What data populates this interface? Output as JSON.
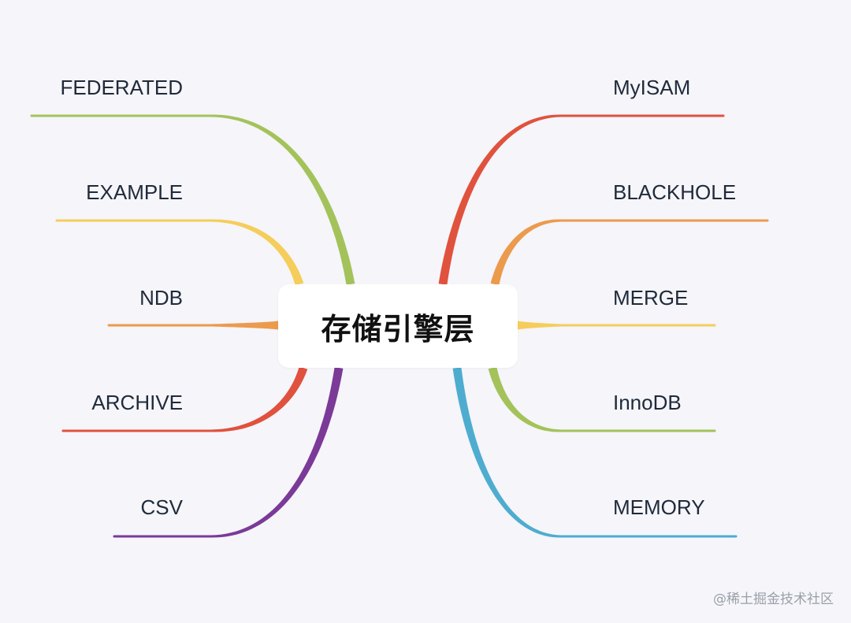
{
  "center": {
    "label": "存储引擎层"
  },
  "left_branches": [
    {
      "label": "FEDERATED",
      "color": "#a3c35a"
    },
    {
      "label": "EXAMPLE",
      "color": "#f5cd5a"
    },
    {
      "label": "NDB",
      "color": "#ec9a4c"
    },
    {
      "label": "ARCHIVE",
      "color": "#e0523d"
    },
    {
      "label": "CSV",
      "color": "#7b3a97"
    }
  ],
  "right_branches": [
    {
      "label": "MyISAM",
      "color": "#e0523d"
    },
    {
      "label": "BLACKHOLE",
      "color": "#ec9a4c"
    },
    {
      "label": "MERGE",
      "color": "#f5cd5a"
    },
    {
      "label": "InnoDB",
      "color": "#a3c35a"
    },
    {
      "label": "MEMORY",
      "color": "#4eadcf"
    }
  ],
  "watermark": "@稀土掘金技术社区"
}
